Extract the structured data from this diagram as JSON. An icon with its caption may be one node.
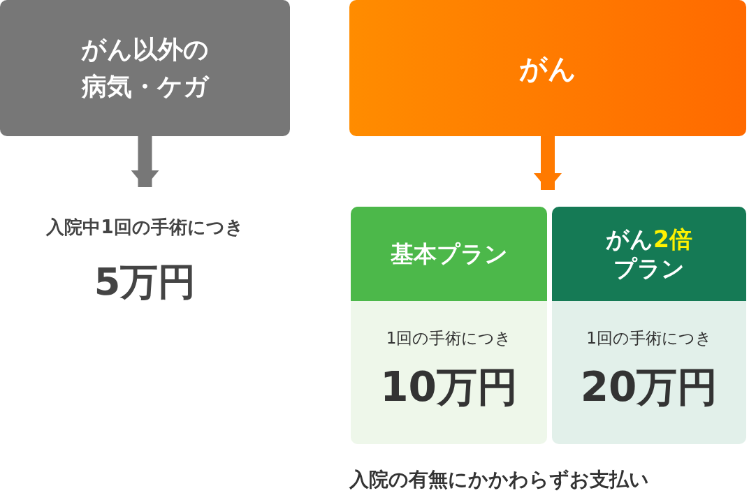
{
  "diagram": {
    "nodes": [
      {
        "text": [
          "がん以外の病気・ケガ"
        ]
      },
      {
        "text": [
          "入院中1回の手術につき",
          "5万円"
        ]
      },
      {
        "text": [
          "がん"
        ]
      },
      {
        "text": [
          "基本プラン",
          "1回の手術につき",
          "10万円"
        ]
      },
      {
        "text": [
          "がん**2倍**プラン",
          "1回の手術につき",
          "20万円"
        ]
      }
    ],
    "edges": [
      {
        "from": 0,
        "to": 1,
        "arrow": "to",
        "color": "#777777"
      },
      {
        "from": 2,
        "to": 3,
        "arrow": "to"
      },
      {
        "from": 2,
        "to": 4,
        "arrow": "to"
      }
    ],
    "labels": [
      "入院の有無にかかわらずお支払い"
    ]
  }
}
